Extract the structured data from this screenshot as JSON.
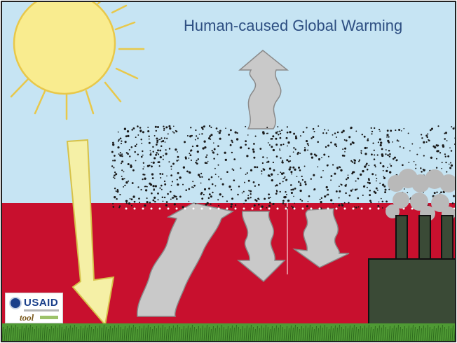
{
  "slide": {
    "title": "Human-caused Global Warming"
  },
  "logo": {
    "text": "USAID",
    "mark": "tool"
  },
  "colors": {
    "sky": "#c6e4f3",
    "atmosphere_band": "#c8102e",
    "sun": "#f9ec8f",
    "sun_outline": "#e8c84a",
    "sunlight_arrow": "#f5f0a6",
    "heat_arrow": "#c9c9c9",
    "heat_arrow_outline": "#8a8a8a",
    "ground": "#4f9a34",
    "factory": "#3a4a36",
    "smoke": "#b9b9b9",
    "title_text": "#2e4f82",
    "logo_blue": "#1a3f8a"
  },
  "icons": [
    "sun-icon",
    "sunlight-arrow-icon",
    "heat-arrow-icon",
    "greenhouse-gas-particles",
    "factory-icon",
    "smoke-icon",
    "usaid-logo"
  ]
}
